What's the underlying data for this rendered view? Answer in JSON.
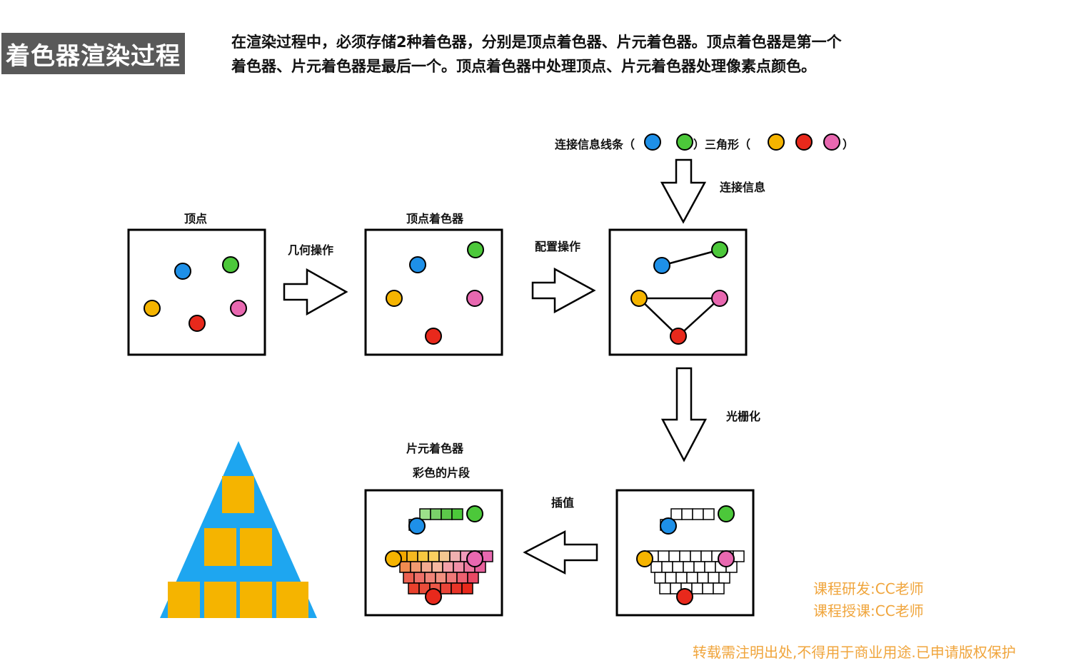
{
  "title": "着色器渲染过程",
  "description": {
    "line1": "在渲染过程中，必须存储2种着色器，分别是顶点着色器、片元着色器。顶点着色器是第一个",
    "line2": "着色器、片元着色器是最后一个。顶点着色器中处理顶点、片元着色器处理像素点颜色。"
  },
  "legend": {
    "line_label": "连接信息线条（",
    "sep": "）三角形（",
    "end": "）"
  },
  "labels": {
    "vertex": "顶点",
    "geometry_op": "几何操作",
    "vertex_shader": "顶点着色器",
    "config_op": "配置操作",
    "connect_info": "连接信息",
    "rasterize": "光栅化",
    "interpolate": "插值",
    "fragment_shader": "片元着色器",
    "colored_fragments": "彩色的片段"
  },
  "credits": {
    "dev": "课程研发:CC老师",
    "teach": "课程授课:CC老师",
    "copyright": "转载需注明出处,不得用于商业用途.已申请版权保护"
  },
  "colors": {
    "blue": "#1e90e8",
    "green": "#4cc83a",
    "yellow": "#f5b400",
    "red": "#e8291c",
    "pink": "#e868b0",
    "pyramid_blue": "#1ea6f0",
    "pyramid_yellow": "#f5b400",
    "credit_orange": "#f0a53c",
    "title_bg": "#595959"
  }
}
